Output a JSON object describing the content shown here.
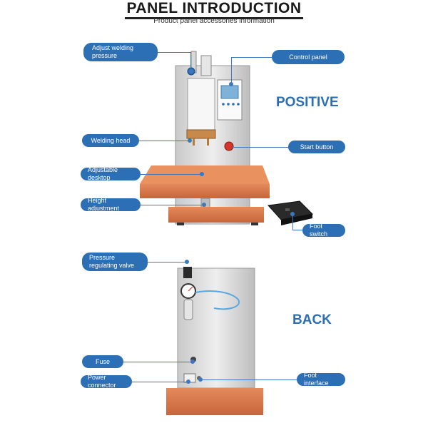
{
  "header": {
    "title": "PANEL INTRODUCTION",
    "subtitle": "Product panel accessories information"
  },
  "front": {
    "heading": "POSITIVE",
    "labels": {
      "adjust_pressure": "Adjust welding pressure",
      "control_panel": "Control panel",
      "welding_head": "Welding head",
      "start_button": "Start button",
      "adjustable_desktop": "Adjustable desktop",
      "height_adjustment": "Height adjustment",
      "foot_switch": "Foot switch"
    }
  },
  "back": {
    "heading": "BACK",
    "labels": {
      "pressure_valve": "Pressure regulating valve",
      "fuse": "Fuse",
      "foot_interface": "Foot interface",
      "power_connector": "Power connector"
    }
  },
  "colors": {
    "accent": "#2d6fb5",
    "wood": "#d9764a",
    "panel": "#dcdcdc"
  }
}
